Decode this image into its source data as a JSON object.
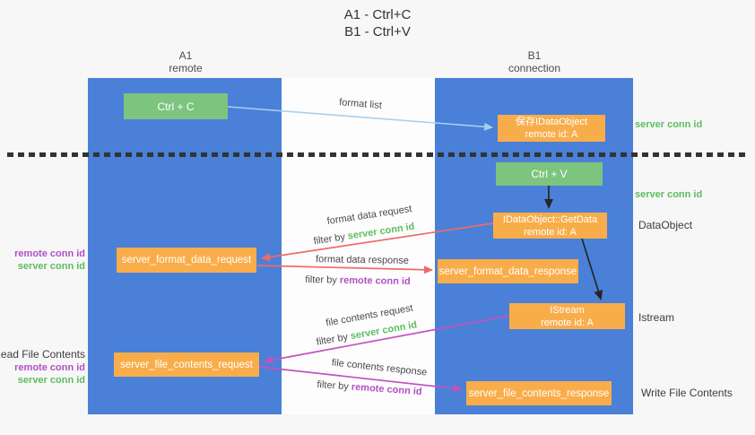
{
  "title": {
    "line1": "A1 - Ctrl+C",
    "line2": "B1 - Ctrl+V"
  },
  "lanes": {
    "left": {
      "title": "A1",
      "subtitle": "remote"
    },
    "right": {
      "title": "B1",
      "subtitle": "connection"
    }
  },
  "nodes": {
    "ctrl_c": {
      "label": "Ctrl + C"
    },
    "save_dataobject": {
      "line1": "保存IDataObject",
      "line2": "remote id: A"
    },
    "ctrl_v": {
      "label": "Ctrl + V"
    },
    "getdata": {
      "line1": "IDataObject::GetData",
      "line2": "remote id: A"
    },
    "format_request": {
      "label": "server_format_data_request"
    },
    "format_response": {
      "label": "server_format_data_response"
    },
    "istream": {
      "line1": "IStream",
      "line2": "remote id: A"
    },
    "file_request": {
      "label": "server_file_contents_request"
    },
    "file_response": {
      "label": "server_file_contents_response"
    }
  },
  "edges": {
    "format_list": {
      "label": "format list"
    },
    "format_data_request": {
      "label": "format data request",
      "filter_prefix": "filter by",
      "filter_key": "server conn id"
    },
    "format_data_response": {
      "label": "format data response",
      "filter_prefix": "filter by",
      "filter_key": "remote conn id"
    },
    "file_contents_request": {
      "label": "file contents request",
      "filter_prefix": "filter by",
      "filter_key": "server conn id"
    },
    "file_contents_response": {
      "label": "file contents response",
      "filter_prefix": "filter by",
      "filter_key": "remote conn id"
    }
  },
  "annotations": {
    "right": {
      "server_conn_id_1": "server conn id",
      "server_conn_id_2": "server conn id",
      "dataobject": "DataObject",
      "istream": "Istream",
      "write_file_contents": "Write File Contents"
    },
    "left": {
      "group1_remote": "remote conn id",
      "group1_server": "server conn id",
      "read_file_contents": "Read File Contents",
      "group2_remote": "remote conn id",
      "group2_server": "server conn id"
    }
  },
  "colors": {
    "lane_blue": "#4a80d8",
    "node_green": "#7dc47e",
    "node_orange": "#f9ad4a",
    "arrow_blue": "#a9cfed",
    "arrow_red": "#ee6b66",
    "arrow_magenta": "#c352be",
    "arrow_black": "#262626",
    "id_green": "#5cbd5e",
    "id_purple": "#b14fc6"
  }
}
